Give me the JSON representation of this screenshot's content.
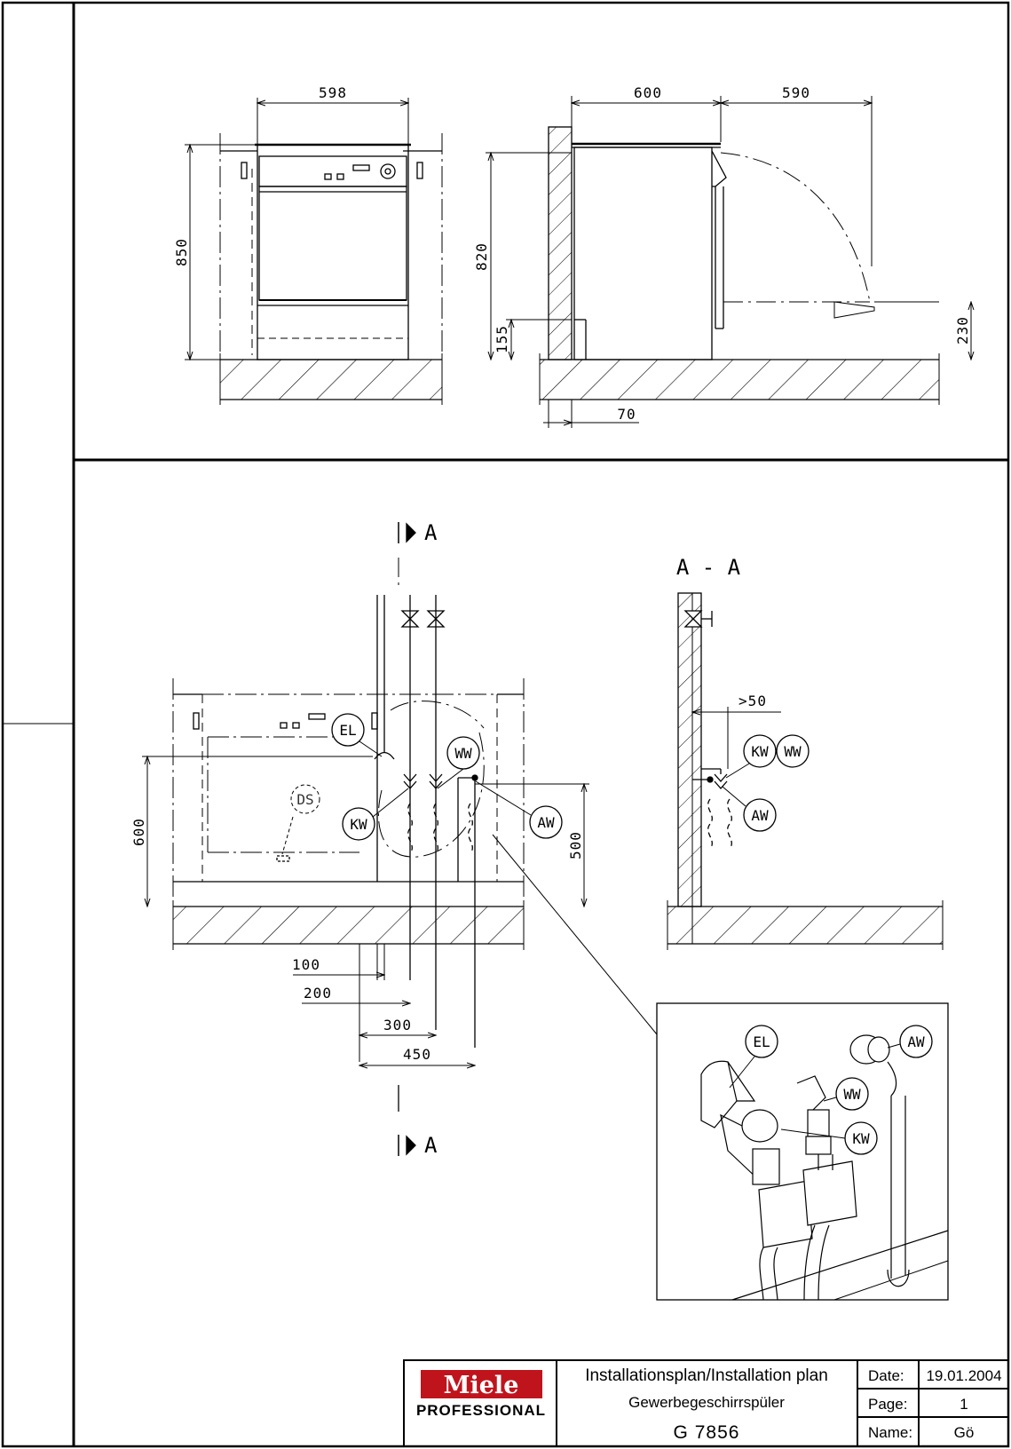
{
  "front_view": {
    "width": "598",
    "height": "850"
  },
  "side_view": {
    "depth": "600",
    "door_open": "590",
    "height": "820",
    "plinth": "155",
    "door_lower": "230",
    "wall_gap": "70"
  },
  "plan_view": {
    "section_marker": "A",
    "depth": "600",
    "connection_height": "500",
    "offsets": [
      "100",
      "200",
      "300",
      "450"
    ],
    "labels": {
      "el": "EL",
      "ww": "WW",
      "kw": "KW",
      "aw": "AW",
      "ds": "DS"
    }
  },
  "section_view": {
    "title": "A - A",
    "min_distance": ">50",
    "labels": {
      "kw": "KW",
      "ww": "WW",
      "aw": "AW"
    }
  },
  "detail_view": {
    "labels": {
      "el": "EL",
      "aw": "AW",
      "ww": "WW",
      "kw": "KW"
    }
  },
  "title_block": {
    "brand": "Miele",
    "brand_sub": "PROFESSIONAL",
    "brand_color": "#c0141c",
    "title": "Installationsplan/Installation plan",
    "subtitle": "Gewerbegeschirrspüler",
    "model": "G 7856",
    "fields": [
      {
        "label": "Date:",
        "value": "19.01.2004"
      },
      {
        "label": "Page:",
        "value": "1"
      },
      {
        "label": "Name:",
        "value": "Gö"
      }
    ]
  }
}
